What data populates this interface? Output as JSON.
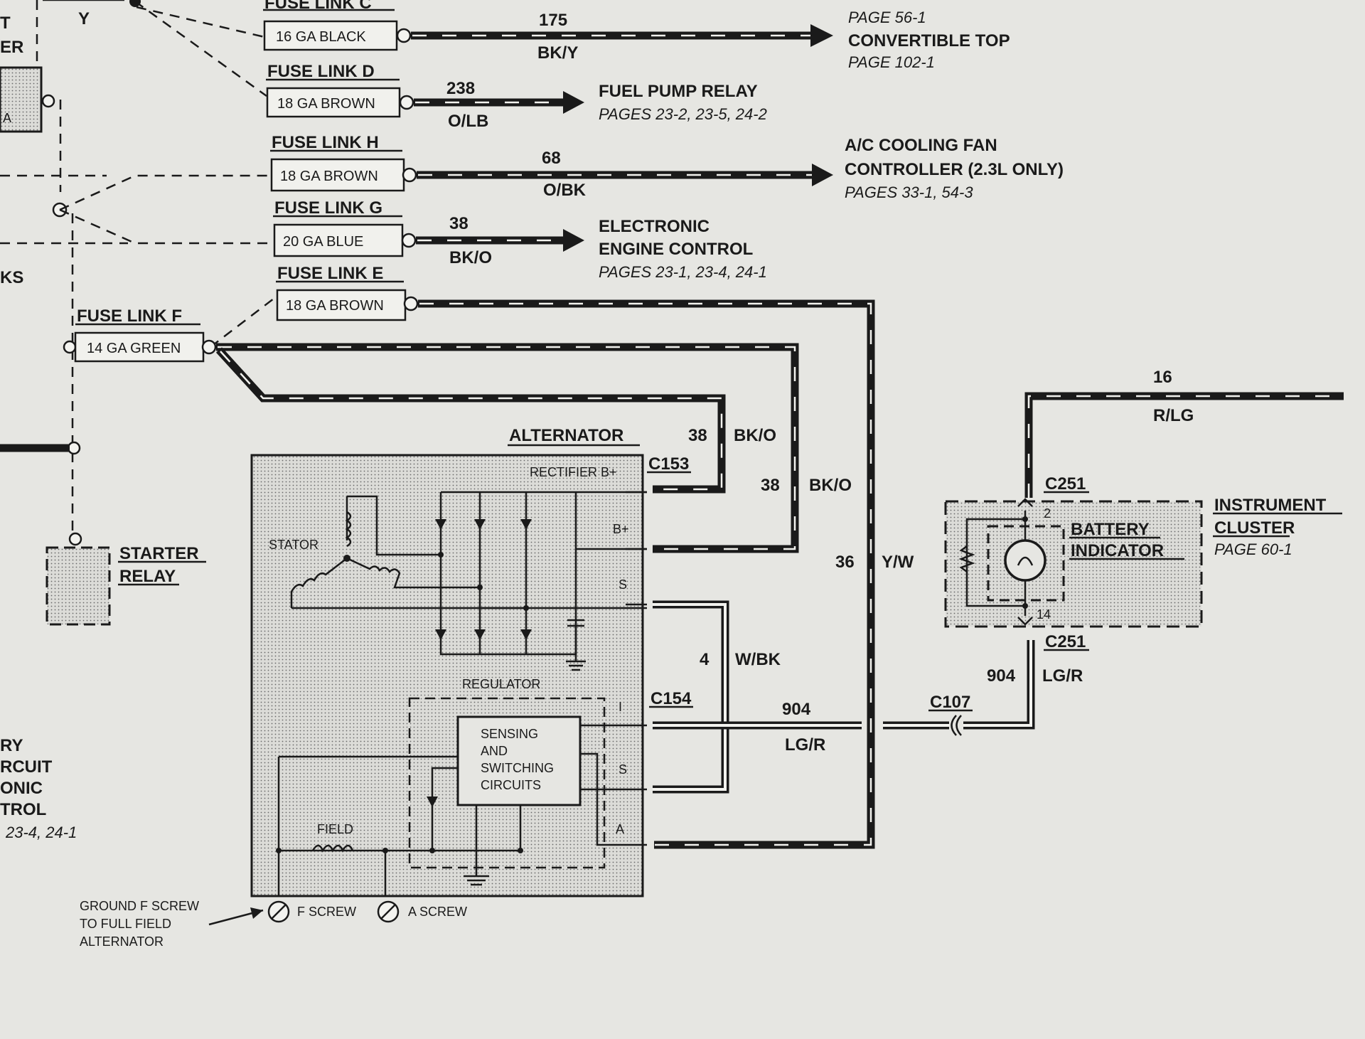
{
  "fuse_links": [
    {
      "name": "FUSE LINK C",
      "rating": "16 GA BLACK"
    },
    {
      "name": "FUSE LINK D",
      "rating": "18 GA BROWN"
    },
    {
      "name": "FUSE LINK H",
      "rating": "18 GA BROWN"
    },
    {
      "name": "FUSE LINK G",
      "rating": "20 GA BLUE"
    },
    {
      "name": "FUSE LINK E",
      "rating": "18 GA BROWN"
    },
    {
      "name": "FUSE LINK F",
      "rating": "14 GA GREEN"
    }
  ],
  "circuits": [
    {
      "num": "175",
      "color": "BK/Y",
      "dest": [
        "",
        "CONVERTIBLE TOP"
      ],
      "pages": [
        "PAGE 56-1",
        "PAGE 102-1"
      ]
    },
    {
      "num": "238",
      "color": "O/LB",
      "dest": [
        "FUEL PUMP RELAY"
      ],
      "pages": [
        "PAGES 23-2, 23-5, 24-2"
      ]
    },
    {
      "num": "68",
      "color": "O/BK",
      "dest": [
        "A/C COOLING FAN",
        "CONTROLLER (2.3L ONLY)"
      ],
      "pages": [
        "PAGES 33-1, 54-3"
      ]
    },
    {
      "num": "38",
      "color": "BK/O",
      "dest": [
        "ELECTRONIC",
        "ENGINE CONTROL"
      ],
      "pages": [
        "PAGES 23-1, 23-4, 24-1"
      ]
    }
  ],
  "wire_labels": {
    "w38a_num": "38",
    "w38a_col": "BK/O",
    "w38b_num": "38",
    "w38b_col": "BK/O",
    "w36_num": "36",
    "w36_col": "Y/W",
    "w4_num": "4",
    "w4_col": "W/BK",
    "w904_num": "904",
    "w904_col": "LG/R",
    "w904b_num": "904",
    "w904b_col": "LG/R",
    "w16_num": "16",
    "w16_col": "R/LG"
  },
  "connectors": {
    "c153": "C153",
    "c154": "C154",
    "c107": "C107",
    "c251_top": "C251",
    "c251_bot": "C251"
  },
  "alternator": {
    "title": "ALTERNATOR",
    "stator": "STATOR",
    "regulator": "REGULATOR",
    "sensing": [
      "SENSING",
      "AND",
      "SWITCHING",
      "CIRCUITS"
    ],
    "field": "FIELD",
    "terminals": [
      "RECTIFIER B+",
      "B+",
      "S",
      "I",
      "S",
      "A"
    ],
    "f_screw": "F SCREW",
    "a_screw": "A SCREW",
    "ground_note": [
      "GROUND F SCREW",
      "TO FULL FIELD",
      "ALTERNATOR"
    ]
  },
  "starter_relay": [
    "STARTER",
    "RELAY"
  ],
  "cluster": {
    "title": [
      "INSTRUMENT",
      "CLUSTER"
    ],
    "page": "PAGE 60-1",
    "indicator": [
      "BATTERY",
      "INDICATOR"
    ],
    "pin_top": "2",
    "pin_bot": "14"
  },
  "left_edge": {
    "t1": "T",
    "t2": "ER",
    "y": "Y",
    "ks": "KS",
    "a": "A",
    "ry": "RY",
    "rcuit": "RCUIT",
    "onic": "ONIC",
    "trol": "TROL",
    "pages": "23-4, 24-1"
  }
}
